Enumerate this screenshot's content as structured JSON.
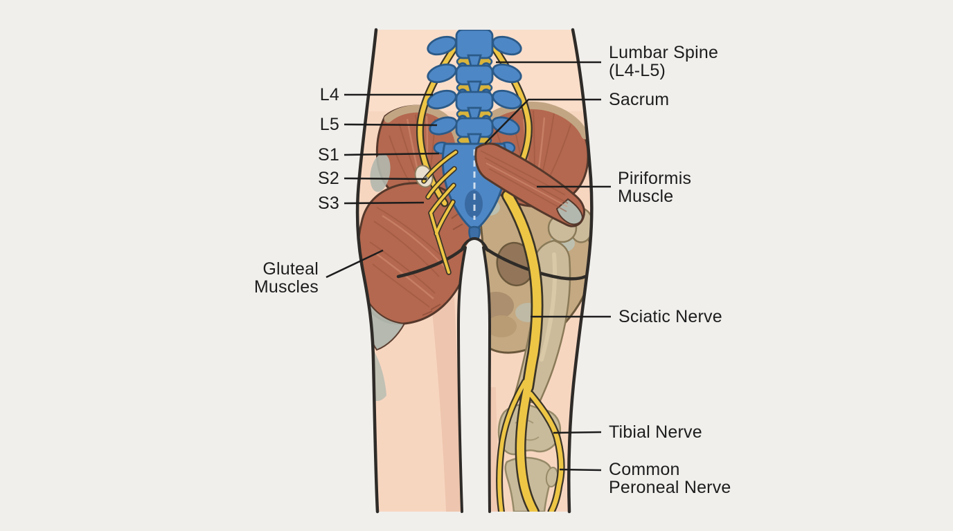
{
  "figure": {
    "kind": "anatomical diagram",
    "view": "posterior lower body with lumbar spine, pelvis and sciatic nerve path"
  },
  "labels": {
    "l4": "L4",
    "l5": "L5",
    "s1": "S1",
    "s2": "S2",
    "s3": "S3",
    "gluteal": {
      "line1": "Gluteal",
      "line2": "Muscles"
    },
    "lumbar": {
      "line1": "Lumbar Spine",
      "line2": "(L4-L5)"
    },
    "sacrum": "Sacrum",
    "piriformis": {
      "line1": "Piriformis",
      "line2": "Muscle"
    },
    "sciatic": "Sciatic Nerve",
    "tibial": "Tibial Nerve",
    "peroneal": {
      "line1": "Common",
      "line2": "Peroneal Nerve"
    }
  },
  "colors": {
    "background": "#f0efec",
    "skin": "#f7d6c0",
    "skin_light": "#fadfca",
    "skin_shade": "#ecc2aa",
    "body_outline": "#2e2b28",
    "muscle_red": "#b4684f",
    "muscle_outline": "#55382b",
    "tendon_gray": "#b2b8ae",
    "fascia_tan": "#c2a684",
    "pelvis_tan": "#c4a982",
    "pelvis_dark": "#937659",
    "knee_bone": "#c8bb9c",
    "spine_blue": "#4e87c5",
    "spine_dark": "#2b5a88",
    "disc_yellow": "#d9b43c",
    "nerve_yellow": "#eec645",
    "label_text": "#1d1d1d"
  }
}
